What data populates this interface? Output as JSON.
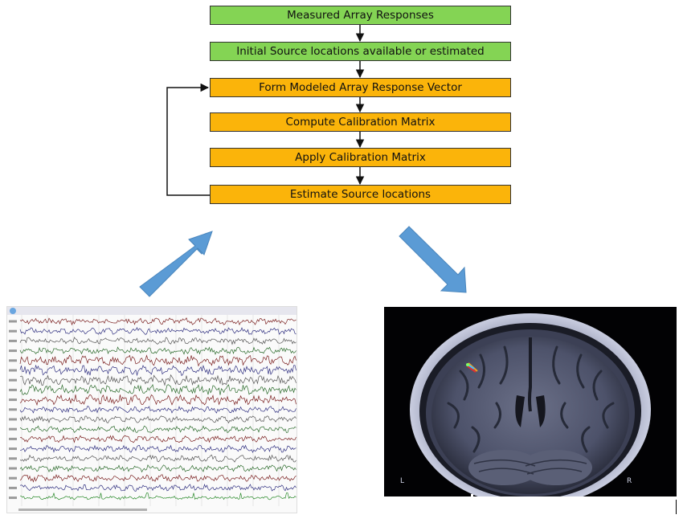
{
  "flowchart": {
    "steps": [
      {
        "label": "Measured Array Responses",
        "color": "green"
      },
      {
        "label": "Initial Source locations available or estimated",
        "color": "green"
      },
      {
        "label": "Form Modeled Array Response Vector",
        "color": "orange"
      },
      {
        "label": "Compute Calibration Matrix",
        "color": "orange"
      },
      {
        "label": "Apply Calibration Matrix",
        "color": "orange"
      },
      {
        "label": "Estimate Source locations",
        "color": "orange"
      }
    ],
    "loop": "Estimate Source locations → Form Modeled Array Response Vector"
  },
  "eeg": {
    "channel_count": 19,
    "trace_colors": [
      "#7a1f1f",
      "#303080",
      "#555555",
      "#2a6a2a"
    ]
  },
  "mri": {
    "left_label": "L",
    "right_label": "R"
  },
  "colors": {
    "green_box": "#84d454",
    "orange_box": "#fbb40a",
    "big_arrow": "#5b9bd5"
  }
}
